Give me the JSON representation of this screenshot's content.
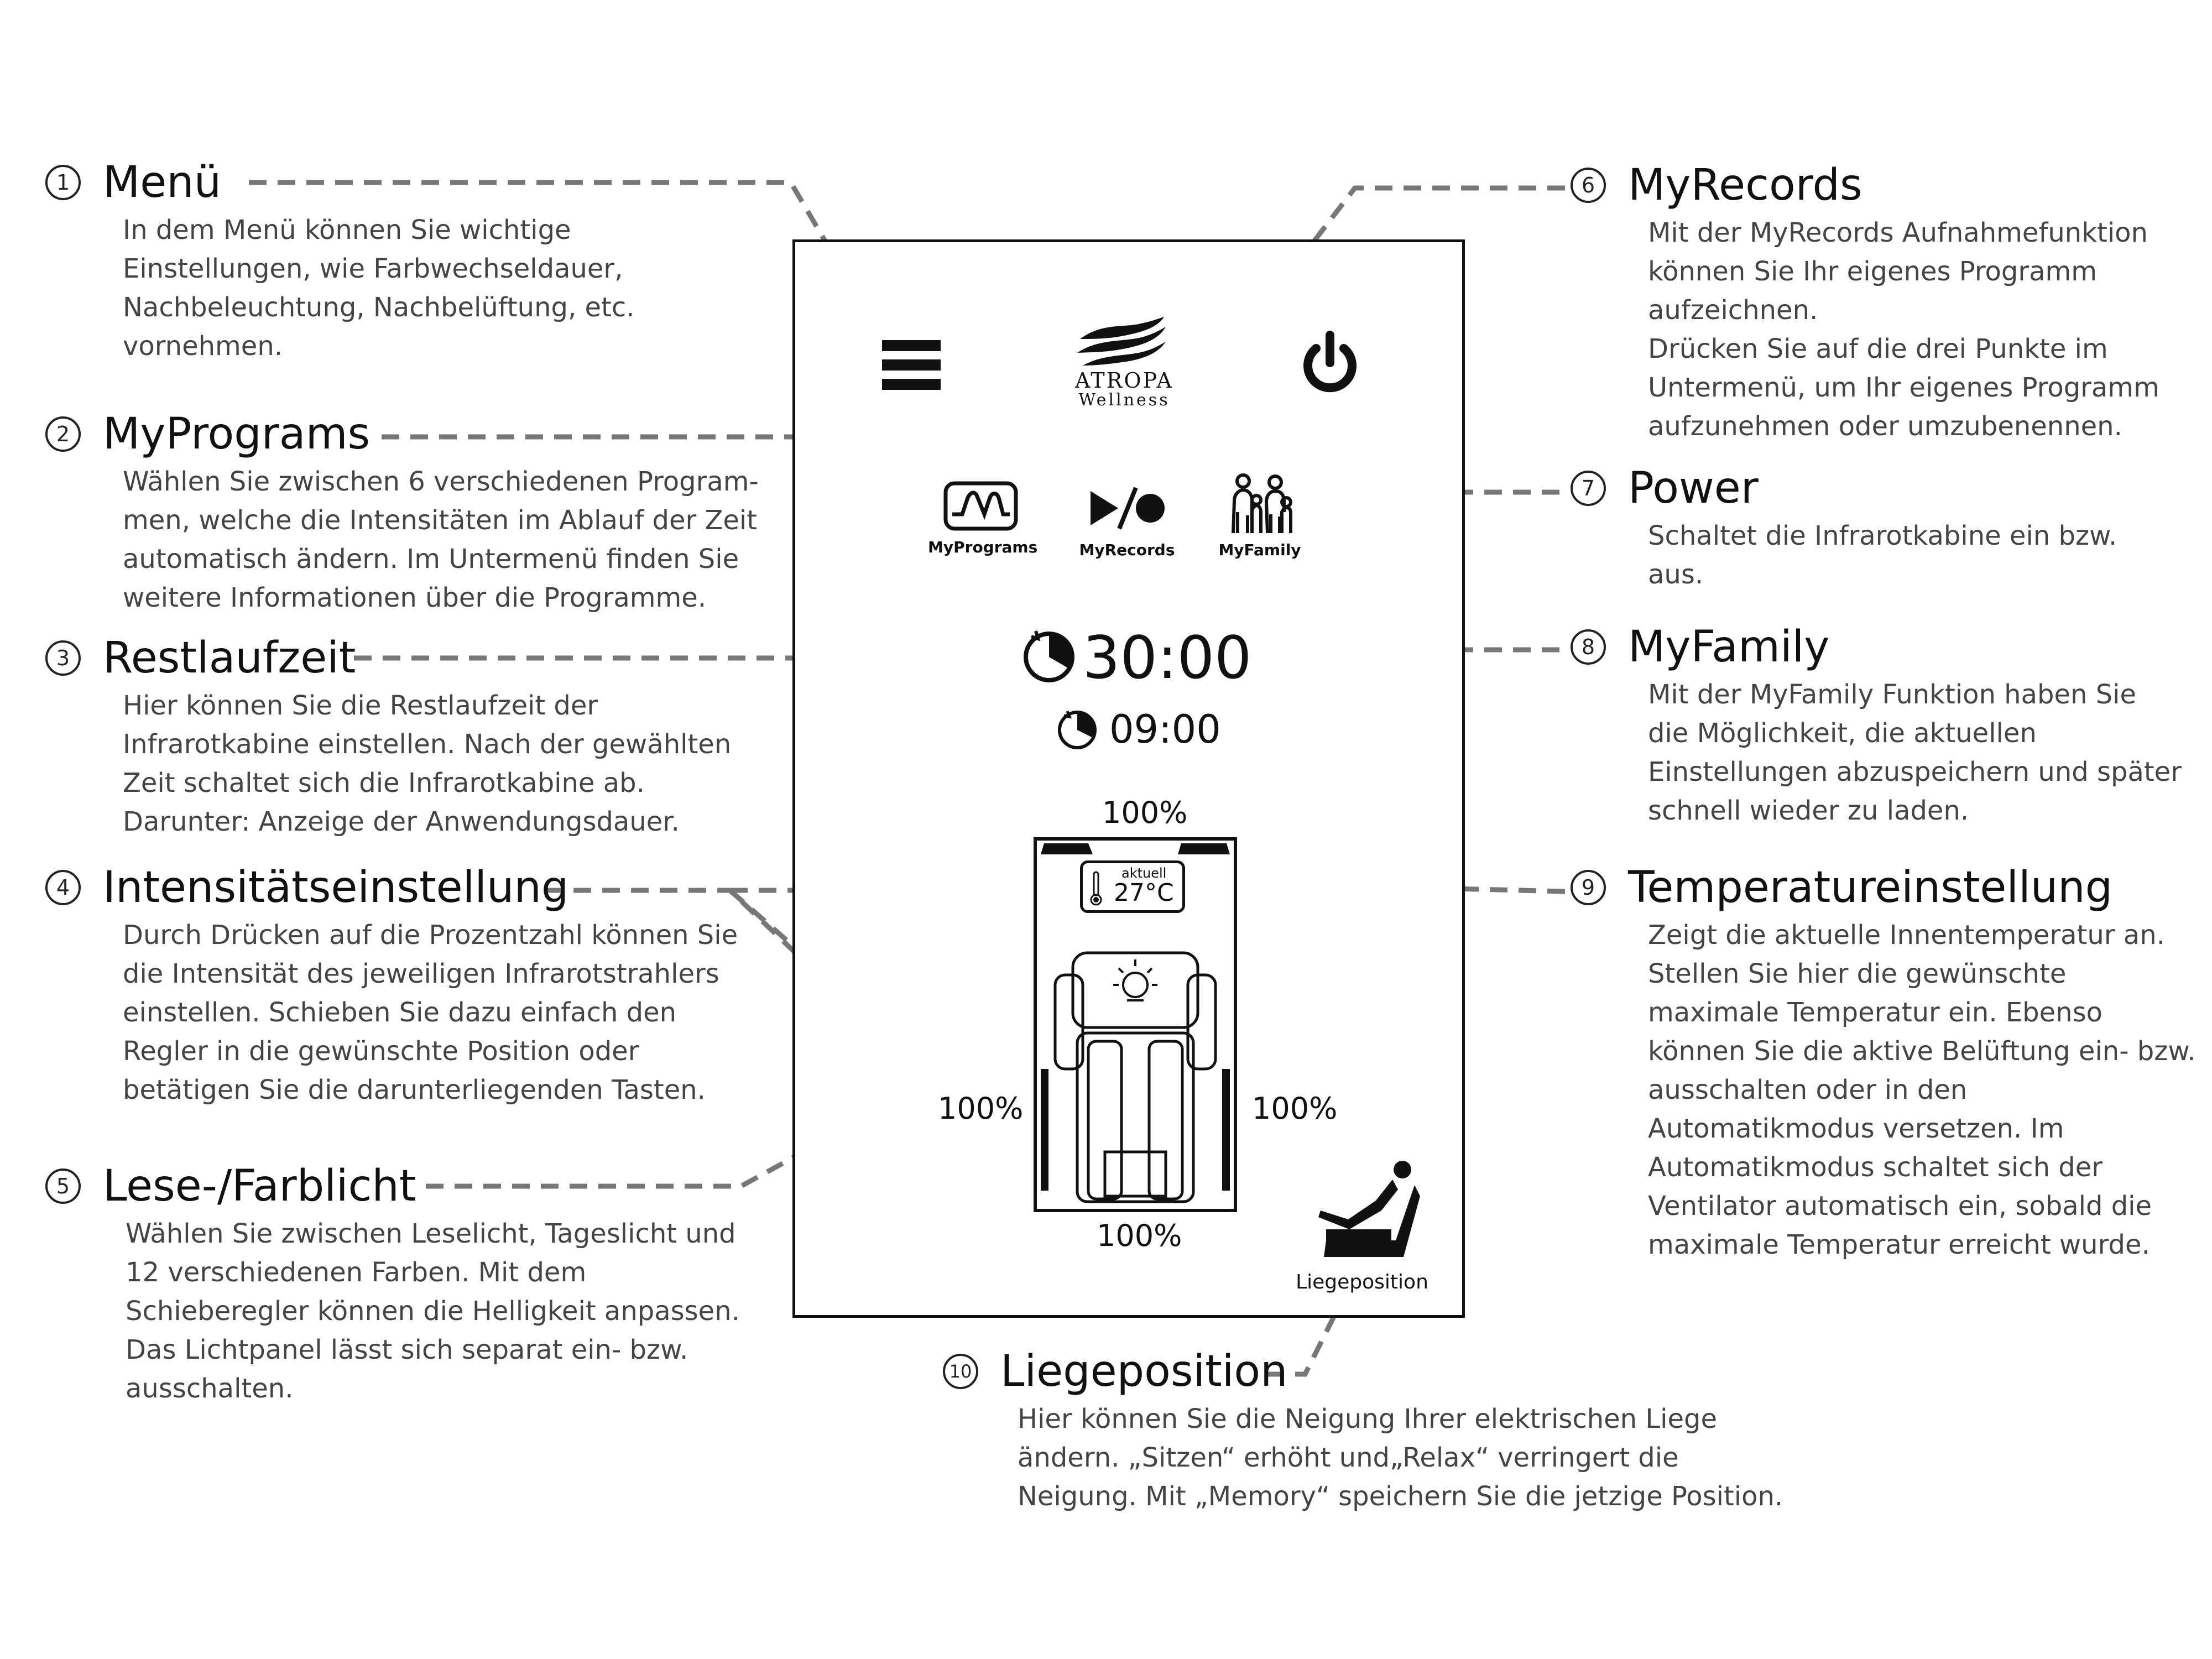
{
  "annotations": [
    {
      "number": "1",
      "title": "Menü",
      "lines": [
        "In dem Menü können Sie wichtige",
        "Einstellungen, wie Farbwechseldauer,",
        "Nachbeleuchtung, Nachbelüftung, etc.",
        "vornehmen."
      ]
    },
    {
      "number": "2",
      "title": "MyPrograms",
      "lines": [
        "Wählen Sie zwischen 6 verschiedenen Program-",
        "men, welche die Intensitäten im Ablauf der Zeit",
        "automatisch ändern. Im Untermenü finden Sie",
        "weitere Informationen über die Programme."
      ]
    },
    {
      "number": "3",
      "title": "Restlaufzeit",
      "lines": [
        "Hier können Sie die Restlaufzeit der",
        "Infrarotkabine einstellen. Nach der gewählten",
        "Zeit schaltet sich die Infrarotkabine ab.",
        "Darunter: Anzeige der Anwendungsdauer."
      ]
    },
    {
      "number": "4",
      "title": "Intensitätseinstellung",
      "lines": [
        "Durch Drücken auf die Prozentzahl können Sie",
        "die Intensität des jeweiligen Infrarotstrahlers",
        "einstellen. Schieben Sie dazu einfach den",
        "Regler in die gewünschte Position oder",
        "betätigen Sie die darunterliegenden Tasten."
      ]
    },
    {
      "number": "5",
      "title": "Lese-/Farblicht",
      "lines": [
        "Wählen Sie zwischen Leselicht, Tageslicht und",
        "12 verschiedenen Farben. Mit dem",
        "Schieberegler können die Helligkeit anpassen.",
        "Das Lichtpanel lässt sich separat ein- bzw.",
        "ausschalten."
      ]
    },
    {
      "number": "6",
      "title": "MyRecords",
      "lines": [
        "Mit der MyRecords Aufnahmefunktion",
        "können Sie Ihr eigenes Programm",
        "aufzeichnen.",
        "Drücken Sie auf die drei Punkte im",
        "Untermenü, um Ihr eigenes Programm",
        "aufzunehmen oder umzubenennen."
      ]
    },
    {
      "number": "7",
      "title": "Power",
      "lines": [
        "Schaltet die Infrarotkabine ein bzw.",
        "aus."
      ]
    },
    {
      "number": "8",
      "title": "MyFamily",
      "lines": [
        "Mit der MyFamily Funktion haben Sie",
        "die Möglichkeit, die aktuellen",
        "Einstellungen abzuspeichern und später",
        "schnell wieder zu laden."
      ]
    },
    {
      "number": "9",
      "title": "Temperatureinstellung",
      "lines": [
        "Zeigt die aktuelle Innentemperatur an.",
        "Stellen Sie hier die gewünschte",
        "maximale Temperatur ein. Ebenso",
        "können Sie die aktive Belüftung ein- bzw.",
        "ausschalten oder in den",
        "Automatikmodus versetzen. Im",
        "Automatikmodus schaltet sich der",
        "Ventilator automatisch ein, sobald die",
        "maximale Temperatur erreicht wurde."
      ]
    },
    {
      "number": "10",
      "title": "Liegeposition",
      "lines": [
        "Hier können Sie die Neigung Ihrer elektrischen Liege",
        "ändern. „Sitzen“ erhöht und„Relax“ verringert die",
        "Neigung. Mit „Memory“ speichern Sie die jetzige Position."
      ]
    }
  ],
  "screen": {
    "logo_name": "ATROPA",
    "logo_sub": "Wellness",
    "myprograms_label": "MyPrograms",
    "myrecords_label": "MyRecords",
    "myfamily_label": "MyFamily",
    "timer_main": "30:00",
    "timer_sub": "09:00",
    "temp_caption": "aktuell",
    "temp_value": "27°C",
    "intensity_top": "100%",
    "intensity_left": "100%",
    "intensity_right": "100%",
    "intensity_bottom": "100%",
    "liegeposition_label": "Liegeposition"
  },
  "icons": [
    "menu-icon",
    "atropa-logo",
    "power-icon",
    "myprograms-icon",
    "myrecords-icon",
    "myfamily-icon",
    "timer-icon",
    "clock-icon",
    "thermometer-icon",
    "light-bulb-icon",
    "recliner-icon"
  ],
  "colors": {
    "leader": "#777777",
    "text": "#444444",
    "title": "#111111",
    "screen_border": "#111111"
  }
}
